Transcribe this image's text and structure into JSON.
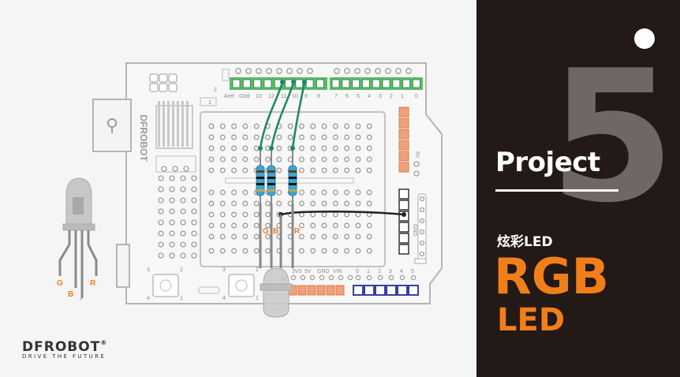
{
  "board": {
    "brand_vertical": "DFROBOT",
    "header_digital_pins": [
      "Aref",
      "Gnd",
      "13",
      "12",
      "11",
      "10",
      "9",
      "8",
      "7",
      "6",
      "5",
      "4",
      "3",
      "2",
      "1",
      "0"
    ],
    "label_2": "2",
    "label_1": "1",
    "label_5v": "5V",
    "label_gnd": "GND",
    "bottom_power_labels": [
      "3V3",
      "5V",
      "GND",
      "VIN"
    ],
    "bottom_analog_labels": [
      "0",
      "1",
      "2",
      "3",
      "4",
      "5"
    ],
    "button_pin_labels": [
      "3",
      "2",
      "4",
      "1"
    ]
  },
  "circuit": {
    "led_pin_labels": [
      "G",
      "B",
      "R"
    ],
    "side_led_labels": [
      "G",
      "B",
      "R"
    ],
    "side_led_mark": "-"
  },
  "logo": {
    "main": "DFROBOT",
    "reg": "®",
    "tagline": "DRIVE THE FUTURE"
  },
  "panel": {
    "number": "5",
    "title": "Project",
    "subtitle": "炫彩LED",
    "big": "RGB",
    "big2": "LED"
  },
  "colors": {
    "panel_bg": "#231916",
    "accent_orange": "#f07f1a",
    "header_green": "#5cba6a",
    "wire_green": "#1a8a5a",
    "analog_blue": "#3a3f9f",
    "power_orange": "#f0a07a"
  }
}
